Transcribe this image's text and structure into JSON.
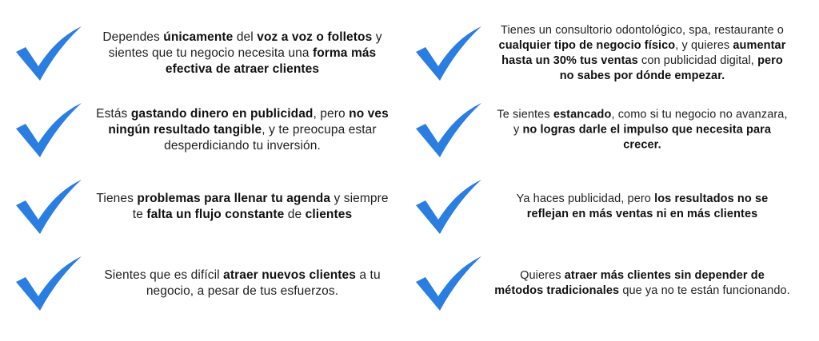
{
  "accent_color": "#2a7de1",
  "icon": "checkmark-icon",
  "items": [
    {
      "segments": [
        {
          "t": "Dependes ",
          "b": false
        },
        {
          "t": "únicamente",
          "b": true
        },
        {
          "t": " del ",
          "b": false
        },
        {
          "t": "voz a voz o folletos",
          "b": true
        },
        {
          "t": " y sientes que tu negocio necesita una ",
          "b": false
        },
        {
          "t": "forma más efectiva de atraer clientes",
          "b": true
        }
      ]
    },
    {
      "segments": [
        {
          "t": "Tienes un consultorio odontológico, spa, restaurante o ",
          "b": false
        },
        {
          "t": "cualquier tipo de negocio físico",
          "b": true
        },
        {
          "t": ", y quieres ",
          "b": false
        },
        {
          "t": "aumentar hasta un 30% tus ventas",
          "b": true
        },
        {
          "t": " con publicidad digital, ",
          "b": false
        },
        {
          "t": "pero no sabes por dónde empezar.",
          "b": true
        }
      ]
    },
    {
      "segments": [
        {
          "t": "Estás ",
          "b": false
        },
        {
          "t": "gastando dinero en publicidad",
          "b": true
        },
        {
          "t": ", pero ",
          "b": false
        },
        {
          "t": "no ves ningún resultado tangible",
          "b": true
        },
        {
          "t": ", y te preocupa estar desperdiciando tu inversión.",
          "b": false
        }
      ]
    },
    {
      "segments": [
        {
          "t": "Te sientes ",
          "b": false
        },
        {
          "t": "estancado",
          "b": true
        },
        {
          "t": ", como si tu negocio no avanzara, y ",
          "b": false
        },
        {
          "t": "no logras darle el impulso que necesita para crecer.",
          "b": true
        }
      ]
    },
    {
      "segments": [
        {
          "t": "Tienes ",
          "b": false
        },
        {
          "t": "problemas para llenar tu agenda",
          "b": true
        },
        {
          "t": " y siempre te ",
          "b": false
        },
        {
          "t": "falta un flujo constante",
          "b": true
        },
        {
          "t": " de ",
          "b": false
        },
        {
          "t": "clientes",
          "b": true
        }
      ]
    },
    {
      "segments": [
        {
          "t": "Ya haces publicidad, pero ",
          "b": false
        },
        {
          "t": "los resultados no se reflejan en más ventas ni en más clientes",
          "b": true
        }
      ]
    },
    {
      "segments": [
        {
          "t": "Sientes que es difícil ",
          "b": false
        },
        {
          "t": "atraer nuevos clientes",
          "b": true
        },
        {
          "t": " a tu negocio, a pesar de tus esfuerzos.",
          "b": false
        }
      ]
    },
    {
      "segments": [
        {
          "t": "Quieres ",
          "b": false
        },
        {
          "t": "atraer más clientes sin depender de métodos tradicionales",
          "b": true
        },
        {
          "t": " que ya no te están funcionando.",
          "b": false
        }
      ]
    }
  ]
}
